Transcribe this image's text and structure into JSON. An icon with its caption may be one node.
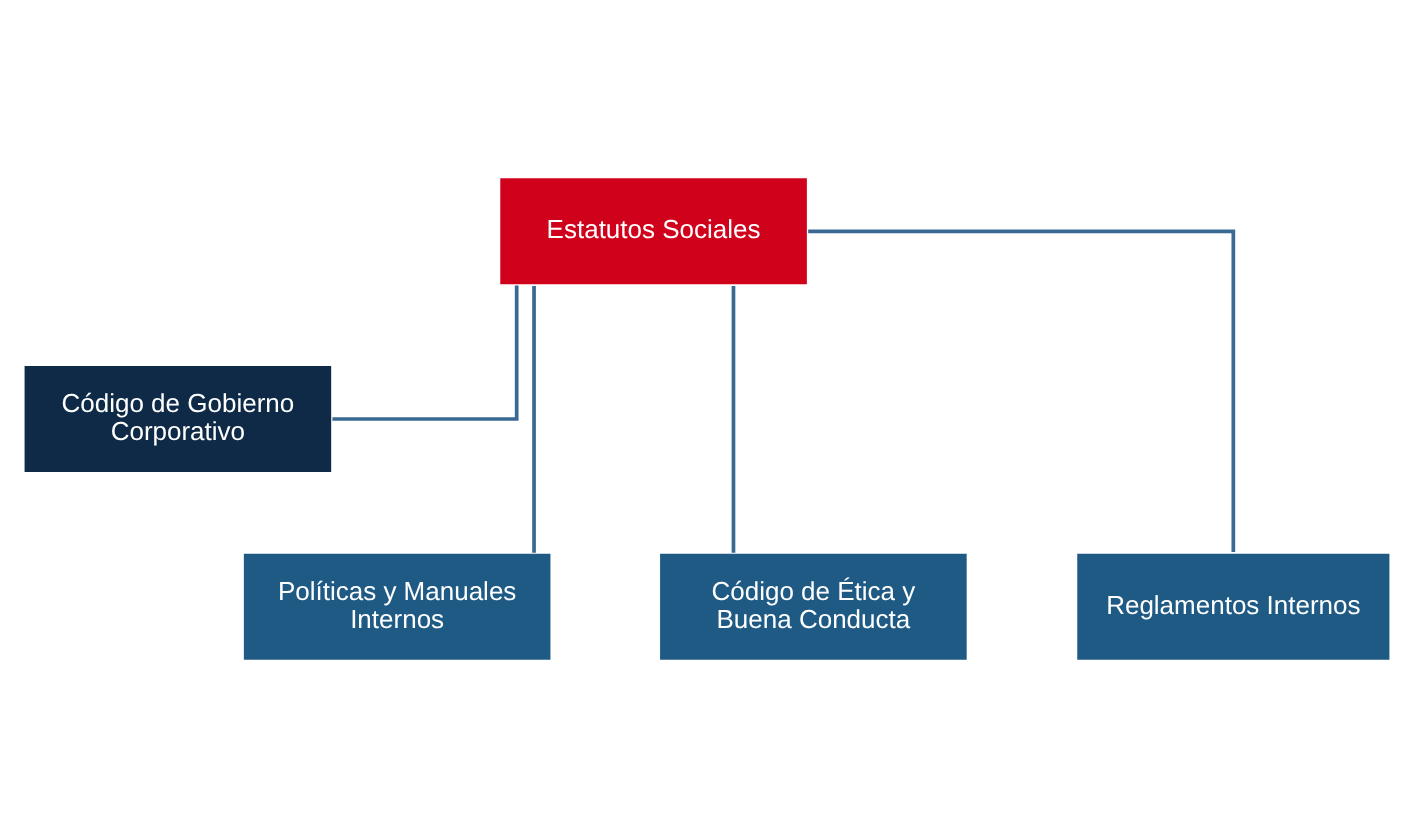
{
  "diagram": {
    "nodes": [
      {
        "text": [
          "Estatutos Sociales"
        ]
      },
      {
        "text": [
          "Código de Gobierno Corporativo"
        ]
      },
      {
        "text": [
          "Políticas y Manuales Internos"
        ]
      },
      {
        "text": [
          "Código de Ética y Buena Conducta"
        ]
      },
      {
        "text": [
          "Reglamentos Internos"
        ]
      }
    ],
    "edges": [
      {
        "from": 0,
        "to": 1,
        "arrow": "none"
      },
      {
        "from": 0,
        "to": 2,
        "arrow": "none"
      },
      {
        "from": 0,
        "to": 3,
        "arrow": "none"
      },
      {
        "from": 0,
        "to": 4,
        "arrow": "none"
      }
    ]
  }
}
